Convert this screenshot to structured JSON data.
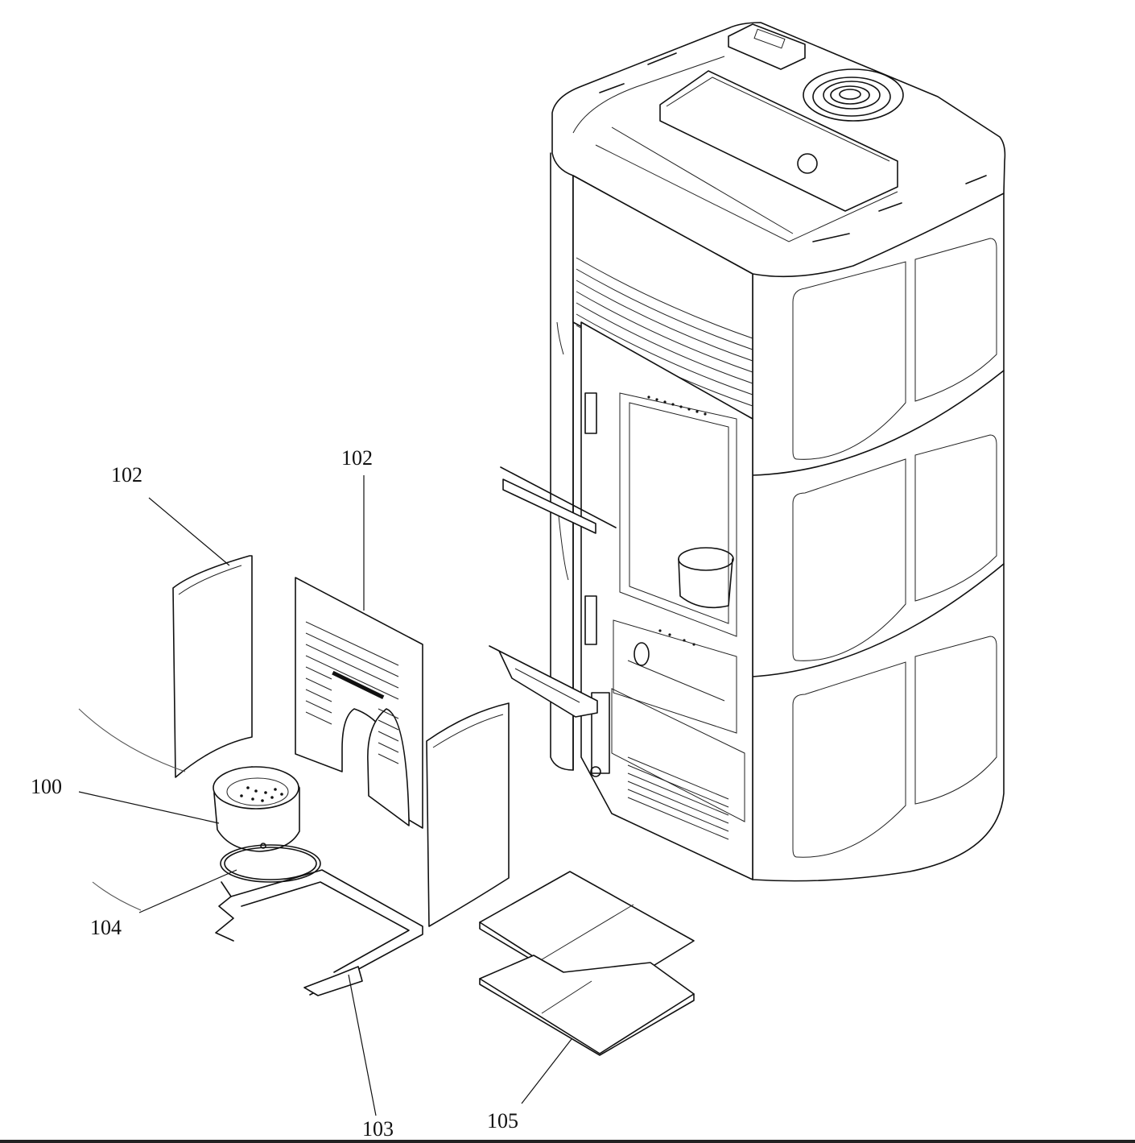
{
  "callouts": [
    {
      "id": "left-panel",
      "label": "102"
    },
    {
      "id": "back-panel",
      "label": "102"
    },
    {
      "id": "burn-pot",
      "label": "100"
    },
    {
      "id": "gasket-ring",
      "label": "104"
    },
    {
      "id": "support-bracket",
      "label": "103"
    },
    {
      "id": "base-plates",
      "label": "105"
    }
  ],
  "colors": {
    "line": "#111111",
    "background": "#ffffff"
  }
}
